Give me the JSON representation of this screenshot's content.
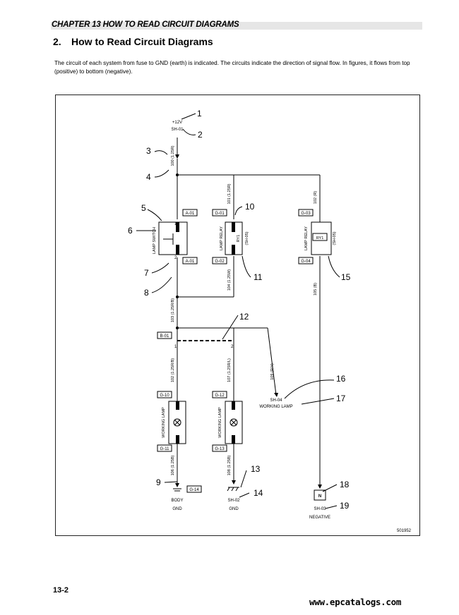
{
  "header": {
    "chapter": "CHAPTER 13 HOW TO READ CIRCUIT DIAGRAMS",
    "section_number": "2.",
    "section_title": "How to Read Circuit Diagrams"
  },
  "intro": "The circuit of each system from fuse to GND (earth) is indicated. The circuits indicate the direction of signal flow. In figures, it flows from top (positive) to bottom (negative).",
  "diagram": {
    "supply_label": "+12V",
    "supply_sheet": "SH-01",
    "wire_100": "100 (1.25R)",
    "wire_101": "101 (1.25R)",
    "wire_102": "102 (R)",
    "wire_103": "103 (1.25R/B)",
    "wire_104": "104 (1.25W)",
    "wire_105": "105 (B)",
    "wire_106": "106 (1.25B)",
    "wire_107": "107 (1.25R/L)",
    "wire_108": "108 (1.25B)",
    "wire_109": "109 (R/Y)",
    "wire_102b": "102 (1.25R/B)",
    "conn_a01_top": "A-01",
    "conn_a01_bottom": "A-01",
    "conn_g01": "G-01",
    "conn_g02": "G-02",
    "conn_g03": "G-03",
    "conn_g04": "G-04",
    "conn_b01": "B-01",
    "conn_g10": "G-10",
    "conn_g11": "G-11",
    "conn_g12": "G-12",
    "conn_g13": "G-13",
    "conn_g14": "G-14",
    "lamp_switch": "LAMP SWITCH",
    "lamp_relay_1": "LAMP RELAY",
    "lamp_relay_2": "LAMP RELAY",
    "relay_ry1_a": "RY1",
    "relay_ry1_b": "RY1",
    "relay_ref_1": "(SH-05)",
    "relay_ref_2": "(SH-05)",
    "working_lamp_1": "WORKING LAMP",
    "working_lamp_2": "WORKING LAMP",
    "sheet_sh04": "SH-04",
    "sheet_sh04_label": "WORKING LAMP",
    "body_gnd_1": "BODY",
    "body_gnd_2": "GND",
    "sh02_mid": "SH-02",
    "gnd_mid": "GND",
    "neg_symbol": "N",
    "sh03": "SH-03",
    "negative": "NEGATIVE",
    "pin_1": "1",
    "pin_2": "2",
    "pin_1b": "1",
    "pin_2b": "2",
    "figure_id": "501952",
    "callouts": [
      "1",
      "2",
      "3",
      "4",
      "5",
      "6",
      "7",
      "8",
      "9",
      "10",
      "11",
      "12",
      "13",
      "14",
      "15",
      "16",
      "17",
      "18",
      "19"
    ]
  },
  "footer": {
    "page": "13-2",
    "url": "www.epcatalogs.com"
  }
}
